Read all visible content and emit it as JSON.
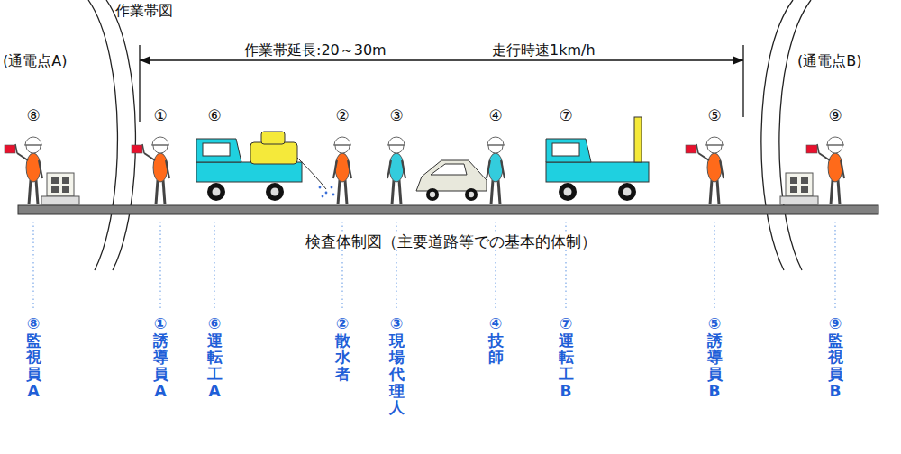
{
  "diagram": {
    "title": "作業帯図",
    "caption": "検査体制図（主要道路等での基本的体制）",
    "labels": [
      "(通電点A)",
      "(通電点B)",
      "作業帯延長:20～30m",
      "走行時速1km/h",
      "⑧",
      "①",
      "⑥",
      "②",
      "③",
      "④",
      "⑦",
      "⑤",
      "⑨",
      "⑧監視員A",
      "①誘導員A",
      "⑥運転工A",
      "②散水者",
      "③現場代理人",
      "④技師",
      "⑦運転工B",
      "⑤誘導員B",
      "⑨監視員B"
    ]
  }
}
